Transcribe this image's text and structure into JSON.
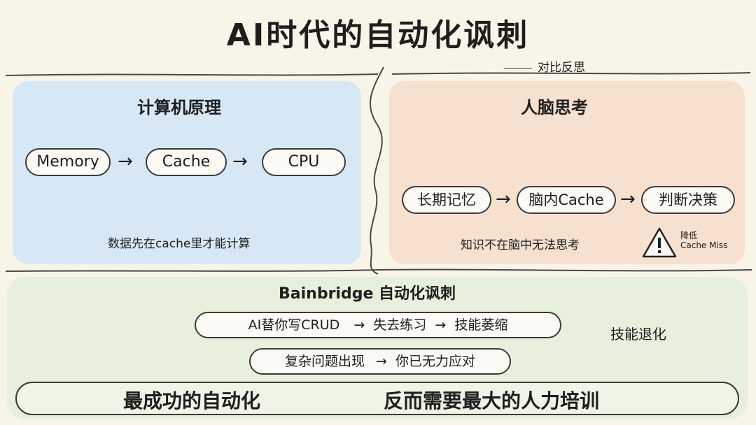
{
  "header": {
    "title": "AI时代的自动化讽刺",
    "subtitle": "对比反思"
  },
  "computer": {
    "title": "计算机原理",
    "nodes": [
      "Memory",
      "Cache",
      "CPU"
    ],
    "arrow": "→",
    "note": "数据先在cache里才能计算"
  },
  "brain": {
    "title": "人脑思考",
    "nodes": [
      "长期记忆",
      "脑内Cache",
      "判断决策"
    ],
    "arrow": "→",
    "note": "知识不在脑中无法思考",
    "warning_line1": "降低",
    "warning_line2": "Cache Miss"
  },
  "bainbridge": {
    "title": "Bainbridge 自动化讽刺",
    "chain1": {
      "start": "AI替你写CRUD",
      "step2": "失去练习",
      "step3": "技能萎缩"
    },
    "chain2": {
      "start": "复杂问题出现",
      "step2": "你已无力应对"
    },
    "arrow": "→",
    "side_label": "技能退化",
    "bottom_left": "最成功的自动化",
    "bottom_right": "反而需要最大的人力培训"
  },
  "colors": {
    "background": "#f8f4e8",
    "computer_panel": "#d6e8f6",
    "brain_panel": "#f6e0cf",
    "bainbridge_panel": "#e6f0dc"
  }
}
